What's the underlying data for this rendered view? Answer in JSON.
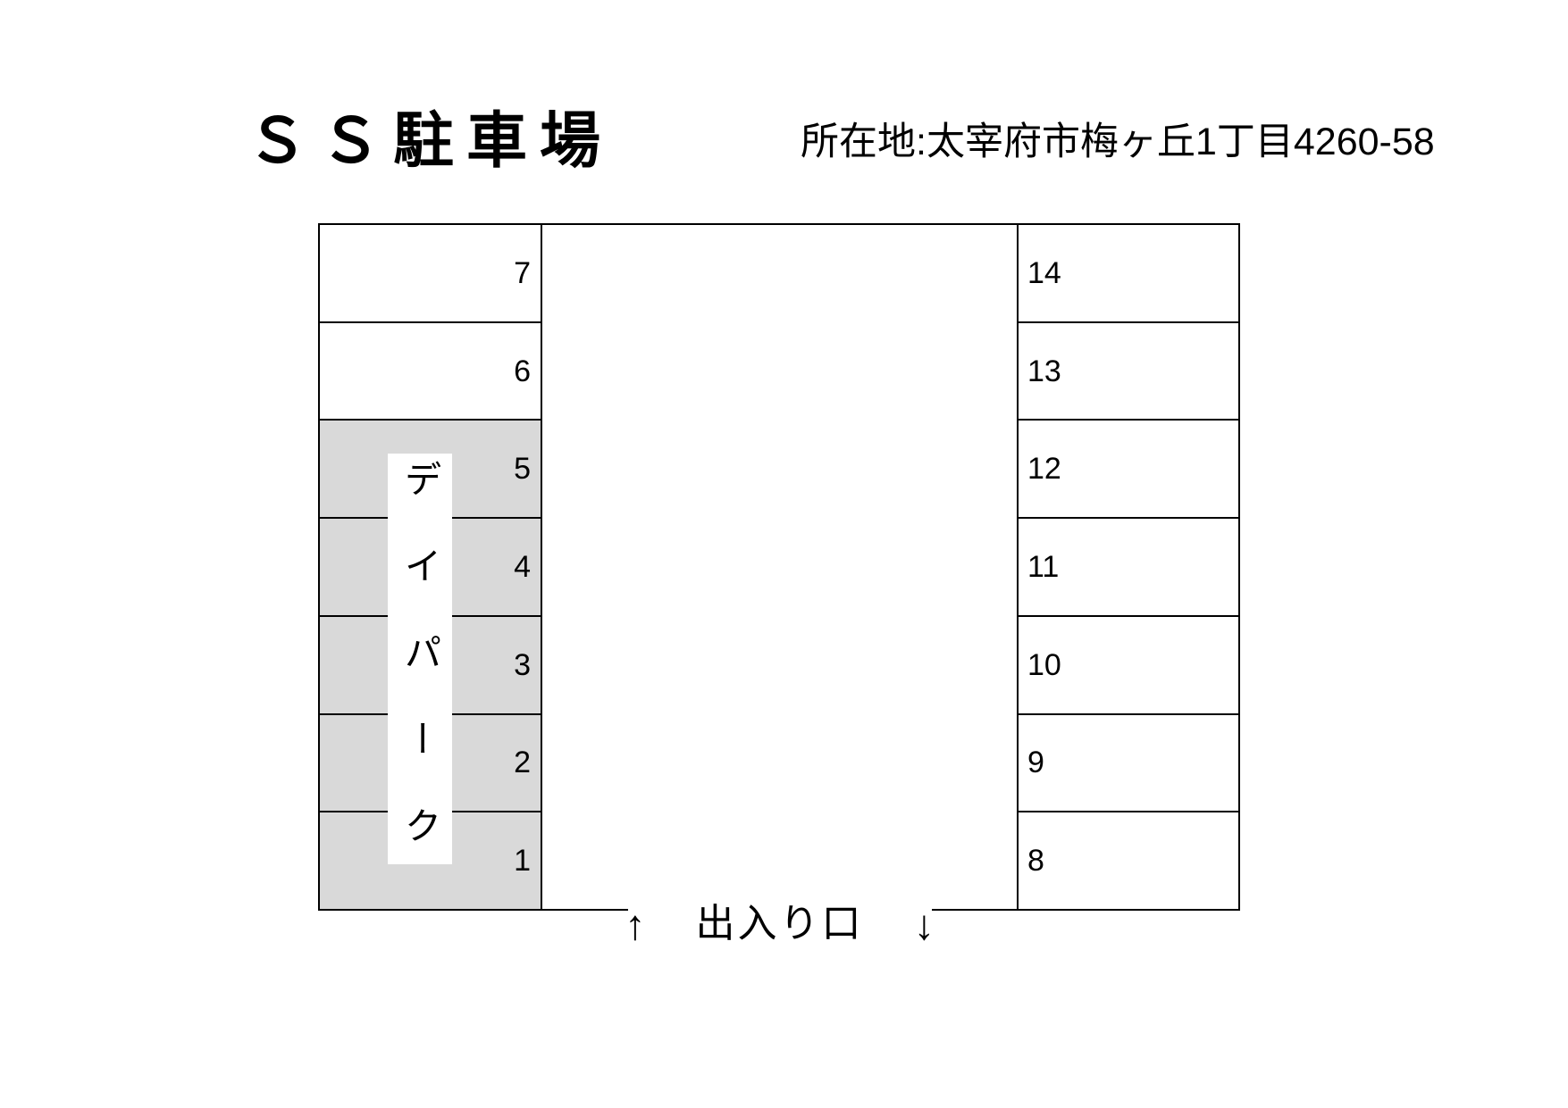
{
  "header": {
    "title": "ＳＳ駐車場",
    "address": "所在地:太宰府市梅ヶ丘1丁目4260-58"
  },
  "lot": {
    "left_column": {
      "spaces": [
        {
          "number": "7",
          "shaded": false
        },
        {
          "number": "6",
          "shaded": false
        },
        {
          "number": "5",
          "shaded": true
        },
        {
          "number": "4",
          "shaded": true
        },
        {
          "number": "3",
          "shaded": true
        },
        {
          "number": "2",
          "shaded": true
        },
        {
          "number": "1",
          "shaded": true
        }
      ]
    },
    "right_column": {
      "spaces": [
        {
          "number": "14",
          "shaded": false
        },
        {
          "number": "13",
          "shaded": false
        },
        {
          "number": "12",
          "shaded": false
        },
        {
          "number": "11",
          "shaded": false
        },
        {
          "number": "10",
          "shaded": false
        },
        {
          "number": "9",
          "shaded": false
        },
        {
          "number": "8",
          "shaded": false
        }
      ]
    },
    "overlay_label": "デイパーク",
    "colors": {
      "shaded_space": "#d9d9d9",
      "line": "#000000",
      "background": "#ffffff"
    }
  },
  "entrance": {
    "up_arrow": "↑",
    "label": "出入り口",
    "down_arrow": "↓"
  }
}
